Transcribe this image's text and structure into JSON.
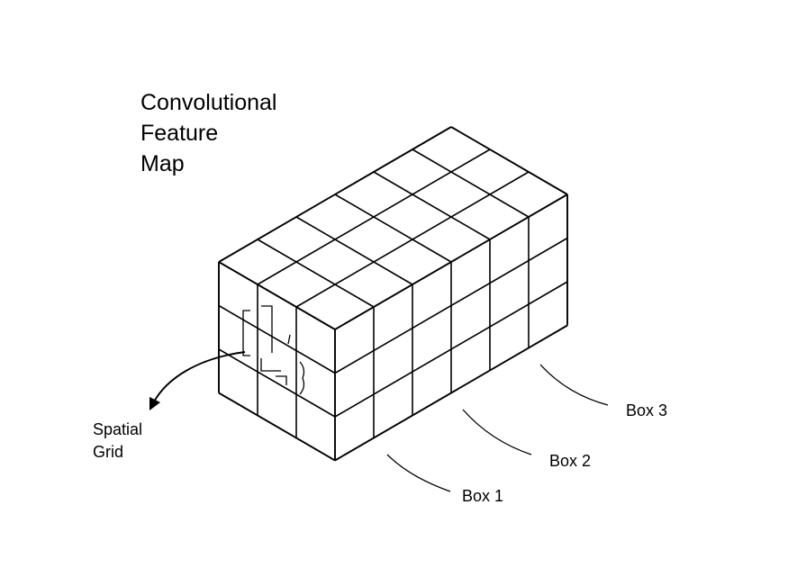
{
  "title": {
    "lines": [
      "Convolutional",
      "Feature",
      "Map"
    ]
  },
  "labels": {
    "spatial_grid": [
      "Spatial",
      "Grid"
    ],
    "box1": "Box 1",
    "box2": "Box 2",
    "box3": "Box 3"
  },
  "diagram": {
    "grid_columns": 3,
    "grid_rows": 3,
    "grid_depth": 6,
    "line_color": "#000000",
    "background": "#ffffff"
  }
}
